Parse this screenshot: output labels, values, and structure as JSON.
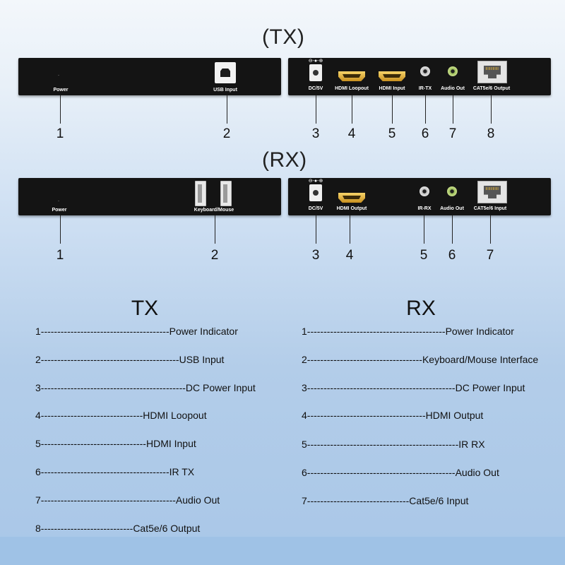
{
  "tx_heading": "(TX)",
  "rx_heading": "(RX)",
  "tx_front": {
    "power": "Power",
    "usb": "USB Input"
  },
  "tx_back": {
    "dc_symbol": "⊖-●-⊕",
    "dc": "DC/5V",
    "hdmi_loopout": "HDMI Loopout",
    "hdmi_input": "HDMI Input",
    "ir": "IR-TX",
    "audio": "Audio Out",
    "rj45": "CAT5e/6 Output"
  },
  "rx_front": {
    "power": "Power",
    "kbm": "Keyboard/Mouse"
  },
  "rx_back": {
    "dc_symbol": "⊖-●-⊕",
    "dc": "DC/5V",
    "hdmi_output": "HDMI Output",
    "ir": "IR-RX",
    "audio": "Audio Out",
    "rj45": "CAT5e/6 Input"
  },
  "tx_numbers": [
    "1",
    "2",
    "3",
    "4",
    "5",
    "6",
    "7",
    "8"
  ],
  "rx_numbers": [
    "1",
    "2",
    "3",
    "4",
    "5",
    "6",
    "7"
  ],
  "legend_tx_title": "TX",
  "legend_rx_title": "RX",
  "legend_tx": [
    "1---------------------------------------Power Indicator",
    "2------------------------------------------USB Input",
    "3--------------------------------------------DC Power Input",
    "4-------------------------------HDMI Loopout",
    "5--------------------------------HDMI Input",
    "6---------------------------------------IR TX",
    "7-----------------------------------------Audio Out",
    "8----------------------------Cat5e/6 Output"
  ],
  "legend_rx": [
    "1------------------------------------------Power Indicator",
    "2-----------------------------------Keyboard/Mouse Interface",
    "3---------------------------------------------DC Power Input",
    "4------------------------------------HDMI Output",
    "5----------------------------------------------IR RX",
    "6---------------------------------------------Audio Out",
    "7-------------------------------Cat5e/6 Input"
  ]
}
